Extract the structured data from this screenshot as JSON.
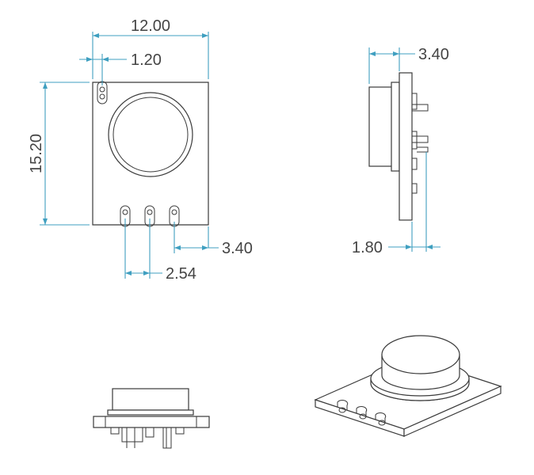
{
  "colors": {
    "dimension": "#3f9fc0",
    "outline": "#3a3a3a",
    "text": "#444444"
  },
  "dimensions": {
    "width": "12.00",
    "hole_offset": "1.20",
    "height": "15.20",
    "pin_offset": "3.40",
    "pin_pitch": "2.54",
    "side_depth": "3.40",
    "side_pin": "1.80"
  }
}
